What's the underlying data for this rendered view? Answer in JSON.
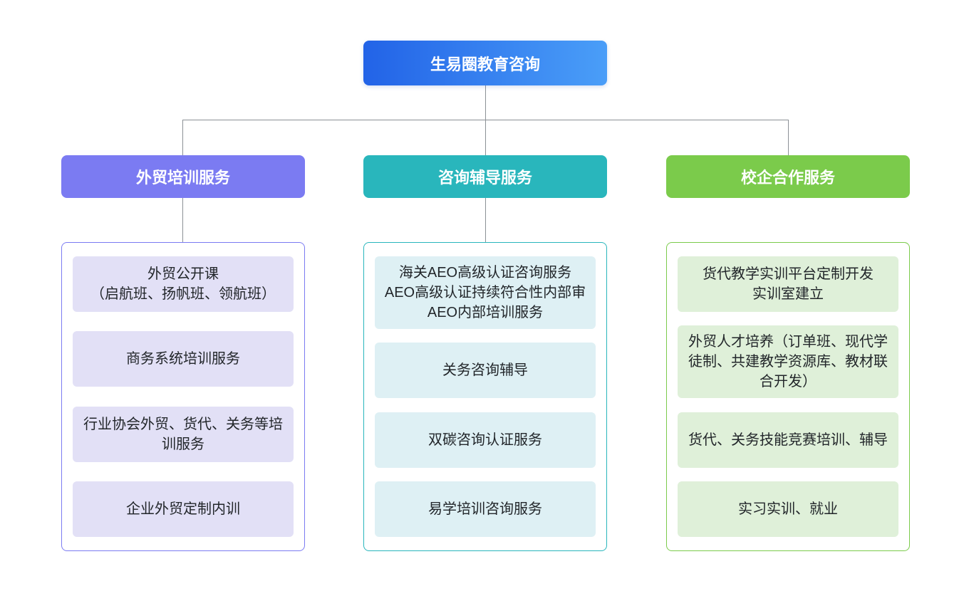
{
  "root": {
    "label": "生易圈教育咨询",
    "gradient_from": "#2263e7",
    "gradient_to": "#4a9ef8"
  },
  "connector_color": "#8c9196",
  "columns": [
    {
      "id": "waimao-peixun",
      "header": "外贸培训服务",
      "header_color": "#7b7bf2",
      "item_bg": "#e2e0f6",
      "items": [
        "外贸公开课\n（启航班、扬帆班、领航班）",
        "商务系统培训服务",
        "行业协会外贸、货代、关务等培训服务",
        "企业外贸定制内训"
      ]
    },
    {
      "id": "zixun-fudao",
      "header": "咨询辅导服务",
      "header_color": "#29b6bc",
      "item_bg": "#def0f4",
      "items": [
        "海关AEO高级认证咨询服务\nAEO高级认证持续符合性内部审\nAEO内部培训服务",
        "关务咨询辅导",
        "双碳咨询认证服务",
        "易学培训咨询服务"
      ]
    },
    {
      "id": "xiaoqi-hezuo",
      "header": "校企合作服务",
      "header_color": "#7bcb4b",
      "item_bg": "#dff0d9",
      "items": [
        "货代教学实训平台定制开发\n实训室建立",
        "外贸人才培养（订单班、现代学徒制、共建教学资源库、教材联合开发）",
        "货代、关务技能竞赛培训、辅导",
        "实习实训、就业"
      ]
    }
  ]
}
